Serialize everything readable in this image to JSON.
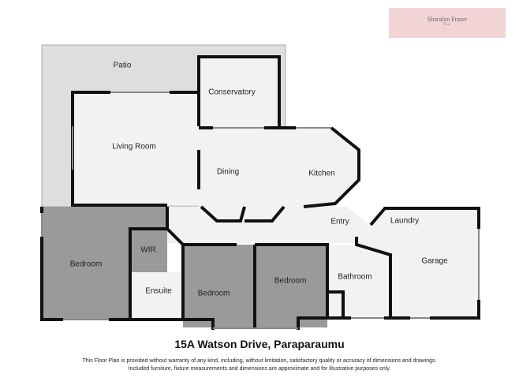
{
  "logo": {
    "name": "Sharalyn Fraser",
    "sub": "ᐩᐩᐩᐩ"
  },
  "rooms": {
    "patio": "Patio",
    "conservatory": "Conservatory",
    "living": "Living Room",
    "dining": "Dining",
    "kitchen": "Kitchen",
    "entry": "Entry",
    "laundry": "Laundry",
    "garage": "Garage",
    "bedroom1": "Bedroom",
    "wir": "WIR",
    "ensuite": "Ensuite",
    "bedroom2": "Bedroom",
    "bedroom3": "Bedroom",
    "bathroom": "Bathroom"
  },
  "title": "15A Watson Drive, Paraparaumu",
  "disclaimer": [
    "This Floor Plan is provided without warranty of any kind, including, without limitation, satisfactory quality or accuracy of dimensions and drawings.",
    "Included furniture, fixture measurements and dimensions are approximate and for illustrative purposes only."
  ]
}
